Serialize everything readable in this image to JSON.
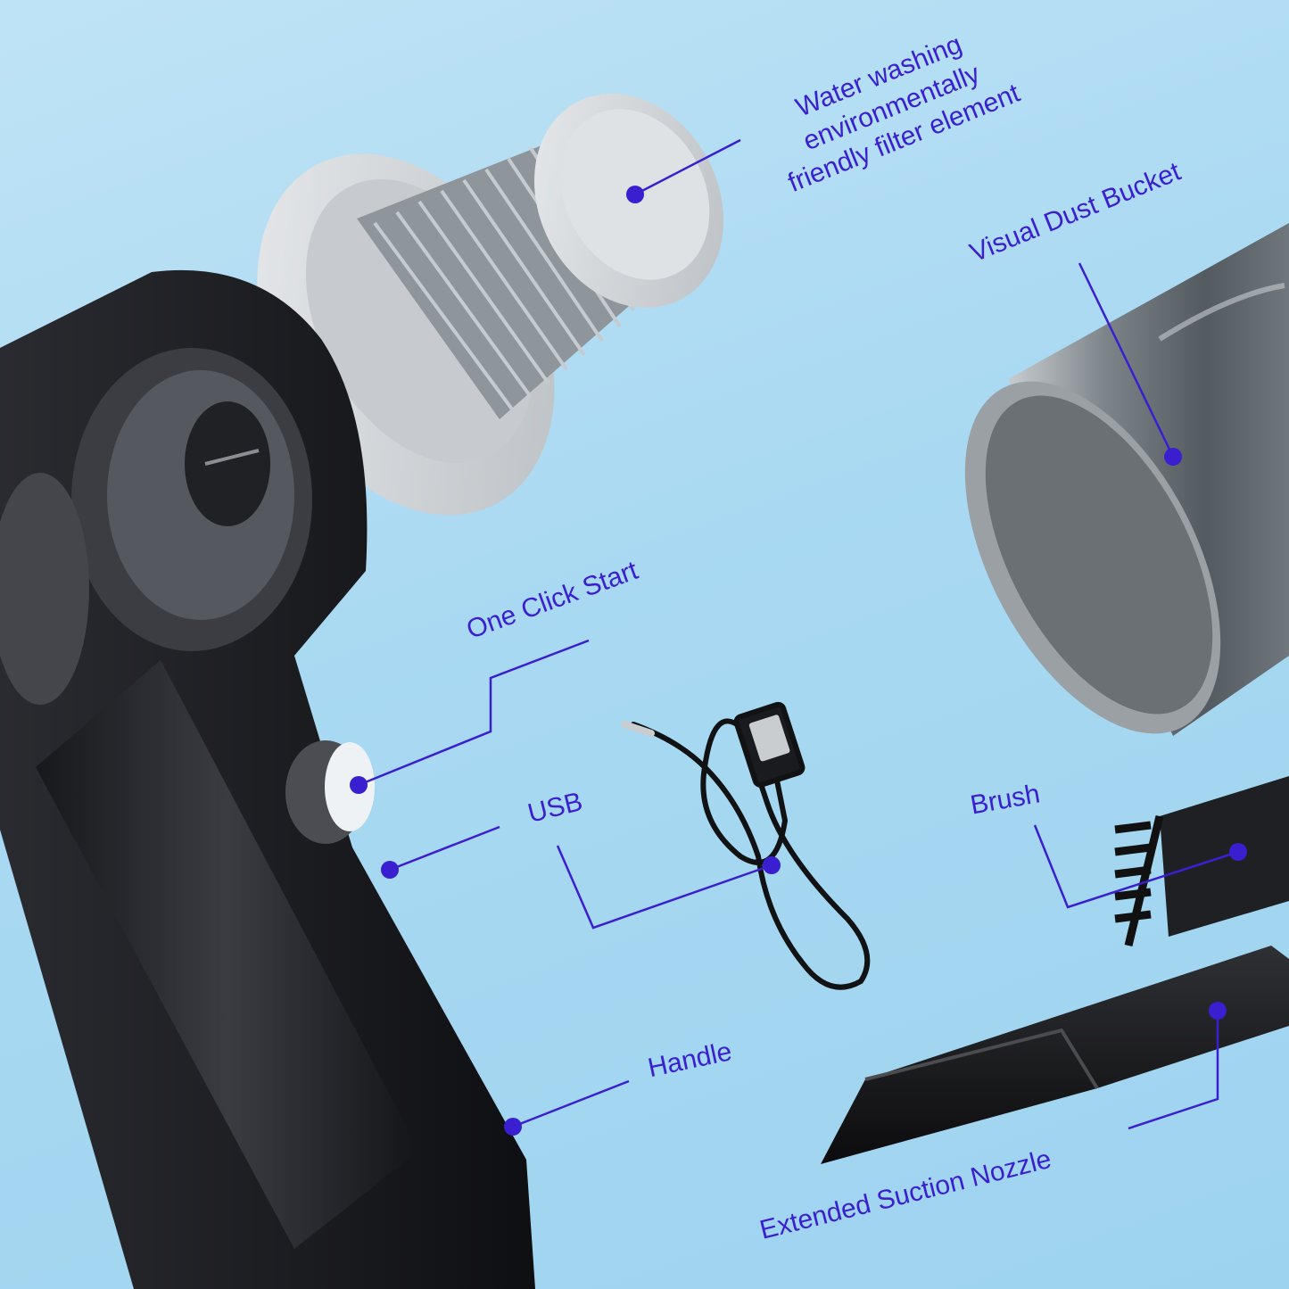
{
  "colors": {
    "background_top": "#bfe3f6",
    "background_bottom": "#9ed3ef",
    "callout": "#3a1fd1",
    "device_body": "#1c1d21",
    "filter_cap": "#d6d9dc",
    "filter_pleats": "#8f969b",
    "bucket": "#5f6468"
  },
  "labels": {
    "filter": [
      "Water washing",
      "environmentally",
      "friendly filter element"
    ],
    "dust_bucket": "Visual Dust Bucket",
    "one_click_start": "One Click Start",
    "usb": "USB",
    "brush": "Brush",
    "handle": "Handle",
    "nozzle": "Extended Suction Nozzle"
  }
}
